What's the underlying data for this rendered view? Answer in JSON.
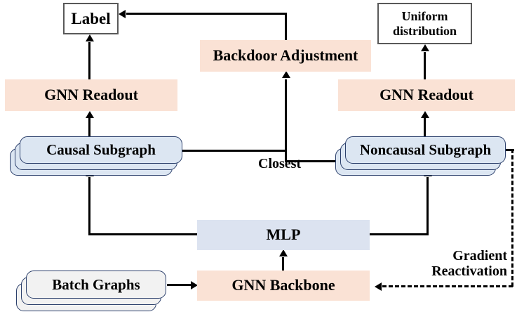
{
  "diagram": {
    "title": "Causal subgraph learning framework with backdoor adjustment and gradient reactivation",
    "colors": {
      "peach_fill": "#fae2d5",
      "blue_bar_fill": "#dce3f0",
      "card_blue_fill": "#dce6f2",
      "card_gray_fill": "#f2f2f2",
      "card_border": "#2b3f6b",
      "box_border": "#595959",
      "line": "#000000"
    },
    "nodes": [
      {
        "id": "label",
        "text": "Label",
        "shape": "outlined-box"
      },
      {
        "id": "uniform-distribution",
        "text": "Uniform\ndistribution",
        "shape": "outlined-box"
      },
      {
        "id": "backdoor-adjustment",
        "text": "Backdoor Adjustment",
        "shape": "peach-bar"
      },
      {
        "id": "gnn-readout-left",
        "text": "GNN Readout",
        "shape": "peach-bar"
      },
      {
        "id": "gnn-readout-right",
        "text": "GNN Readout",
        "shape": "peach-bar"
      },
      {
        "id": "causal-subgraph",
        "text": "Causal Subgraph",
        "shape": "stacked-card-blue"
      },
      {
        "id": "noncausal-subgraph",
        "text": "Noncausal Subgraph",
        "shape": "stacked-card-blue"
      },
      {
        "id": "mlp",
        "text": "MLP",
        "shape": "blue-bar"
      },
      {
        "id": "batch-graphs",
        "text": "Batch Graphs",
        "shape": "stacked-card-gray"
      },
      {
        "id": "gnn-backbone",
        "text": "GNN Backbone",
        "shape": "peach-bar"
      }
    ],
    "node_text": {
      "label": "Label",
      "uniform_line1": "Uniform",
      "uniform_line2": "distribution",
      "backdoor_adjustment": "Backdoor Adjustment",
      "gnn_readout_left": "GNN Readout",
      "gnn_readout_right": "GNN Readout",
      "causal_subgraph": "Causal Subgraph",
      "noncausal_subgraph": "Noncausal Subgraph",
      "mlp": "MLP",
      "batch_graphs": "Batch Graphs",
      "gnn_backbone": "GNN Backbone"
    },
    "edge_labels": {
      "closest": "Closest",
      "gradient_reactivation_line1": "Gradient",
      "gradient_reactivation_line2": "Reactivation"
    },
    "edges": [
      {
        "from": "gnn-readout-left",
        "to": "label",
        "style": "solid",
        "arrow": "up"
      },
      {
        "from": "causal-subgraph",
        "to": "gnn-readout-left",
        "style": "solid",
        "arrow": "up"
      },
      {
        "from": "backdoor-adjustment",
        "to": "label",
        "style": "solid",
        "arrow": "left"
      },
      {
        "from": "closest-junction",
        "to": "backdoor-adjustment",
        "style": "solid",
        "arrow": "up",
        "label": "Closest"
      },
      {
        "from": "causal-subgraph",
        "to": "closest-junction",
        "style": "solid",
        "arrow": "none"
      },
      {
        "from": "noncausal-subgraph",
        "to": "closest-junction",
        "style": "solid",
        "arrow": "none"
      },
      {
        "from": "gnn-readout-right",
        "to": "uniform-distribution",
        "style": "solid",
        "arrow": "up"
      },
      {
        "from": "noncausal-subgraph",
        "to": "gnn-readout-right",
        "style": "solid",
        "arrow": "up"
      },
      {
        "from": "mlp",
        "to": "causal-subgraph",
        "style": "solid",
        "arrow": "up"
      },
      {
        "from": "mlp",
        "to": "noncausal-subgraph",
        "style": "solid",
        "arrow": "up"
      },
      {
        "from": "gnn-backbone",
        "to": "mlp",
        "style": "solid",
        "arrow": "up"
      },
      {
        "from": "batch-graphs",
        "to": "gnn-backbone",
        "style": "solid",
        "arrow": "right"
      },
      {
        "from": "noncausal-subgraph",
        "to": "gnn-backbone",
        "style": "dash-dot",
        "arrow": "left",
        "label": "Gradient Reactivation"
      }
    ]
  }
}
